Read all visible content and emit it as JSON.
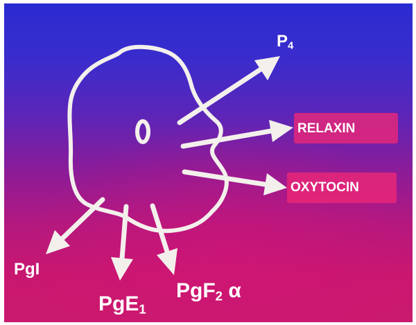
{
  "labels": {
    "p4": {
      "main": "P",
      "sub": "4"
    },
    "relaxin": "RELAXIN",
    "oxytocin": "OXYTOCIN",
    "pgi": "PgI",
    "pge1": {
      "main": "PgE",
      "sub": "1"
    },
    "pgf2a": {
      "main": "PgF",
      "sub": "2",
      "greek": "α"
    }
  },
  "colors": {
    "stroke": "#f3f0ec",
    "label_box": "#ee2876"
  }
}
